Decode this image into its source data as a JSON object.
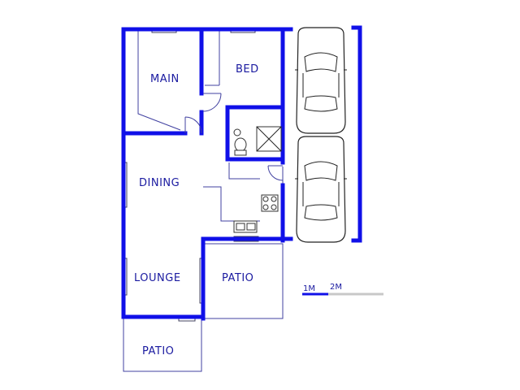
{
  "rooms": {
    "main": "MAIN",
    "bed": "BED",
    "dining": "DINING",
    "lounge": "LOUNGE",
    "patio_side": "PATIO",
    "patio_front": "PATIO"
  },
  "scale": {
    "label_1": "1M",
    "label_2": "2M"
  },
  "colors": {
    "wall": "#1010e8",
    "text": "#1a1aa0",
    "scale_light": "#c8c8c8"
  }
}
